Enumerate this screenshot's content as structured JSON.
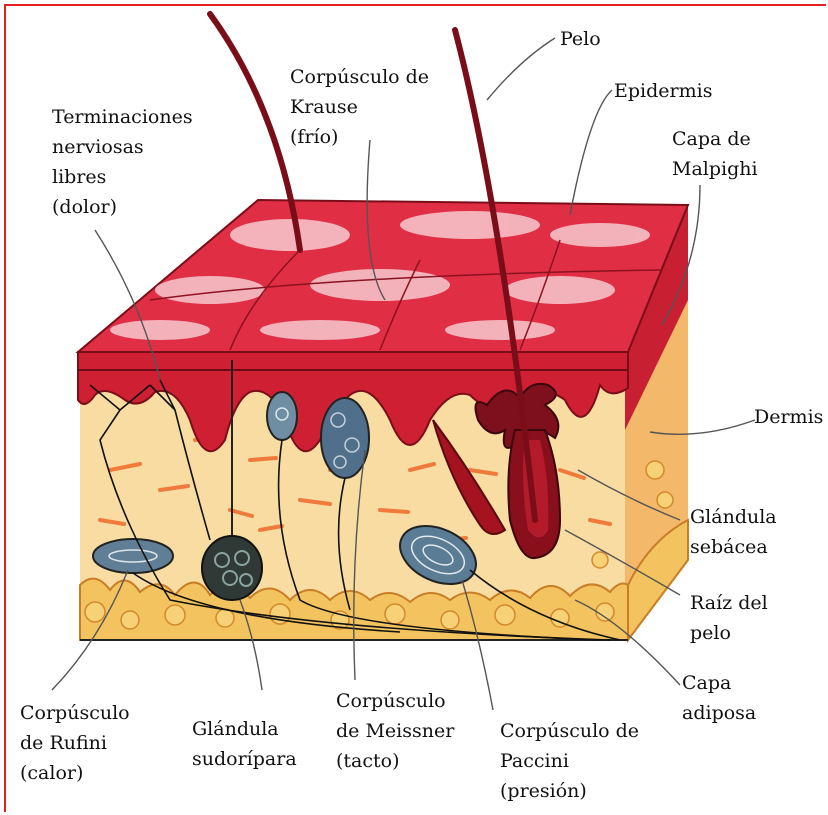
{
  "labels": {
    "pelo": [
      "Pelo"
    ],
    "epidermis": [
      "Epidermis"
    ],
    "malpighi": [
      "Capa de",
      "Malpighi"
    ],
    "dermis": [
      "Dermis"
    ],
    "sebacea": [
      "Glándula",
      "sebácea"
    ],
    "raiz": [
      "Raíz del",
      "pelo"
    ],
    "adiposa": [
      "Capa",
      "adiposa"
    ],
    "krause": [
      "Corpúsculo de",
      "Krause",
      "(frío)"
    ],
    "terminaciones": [
      "Terminaciones",
      "nerviosas",
      "libres",
      "(dolor)"
    ],
    "rufini": [
      "Corpúsculo",
      "de Rufini",
      "(calor)"
    ],
    "sudoripara": [
      "Glándula",
      "sudorípara"
    ],
    "meissner": [
      "Corpúsculo",
      "de Meissner",
      "(tacto)"
    ],
    "paccini": [
      "Corpúsculo de",
      "Paccini",
      "(presión)"
    ]
  },
  "colors": {
    "frame": "#e41f1f",
    "epidermis": "#d9283a",
    "epidermis_highlight": "#f7c9cf",
    "dermis": "#f8d9a0",
    "fat": "#f0bf5a",
    "receptor": "#5b7c95",
    "nerve": "#111111"
  }
}
